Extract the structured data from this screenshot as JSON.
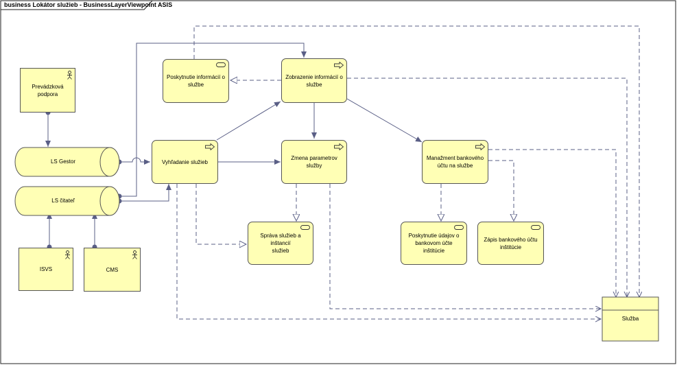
{
  "diagram": {
    "title": "business Lokátor služieb - BusinessLayerViewpoint ASIS",
    "colors": {
      "fill": "#ffffb5",
      "stroke": "#555555",
      "edge": "#5a5f86"
    }
  },
  "actors": {
    "prevadzkova": "Prevádzková\npodpora",
    "isvs": "ISVS",
    "cms": "CMS"
  },
  "interfaces": {
    "gestor": "LS Gestor",
    "citatel": "LS čitateľ"
  },
  "services": {
    "poskytnutie_info": "Poskytnutie informácií o\nslužbe",
    "sprava": "Správa služieb a inštancií\nslužieb",
    "poskytnutie_udajov": "Poskytnutie údajov o\nbankovom účte inštitúcie",
    "zapis": "Zápis bankového účtu\ninštitúcie"
  },
  "processes": {
    "zobrazenie": "Zobrazenie informácií o\nslužbe",
    "vyhladanie": "Vyhľadanie služieb",
    "zmena": "Zmena parametrov\nslužby",
    "manazment": "Manažment bankového\núčtu na službe"
  },
  "objects": {
    "sluzba": "Služba"
  },
  "icons": {
    "actor": "actor-icon",
    "service": "service-icon",
    "process": "process-arrow-icon"
  }
}
